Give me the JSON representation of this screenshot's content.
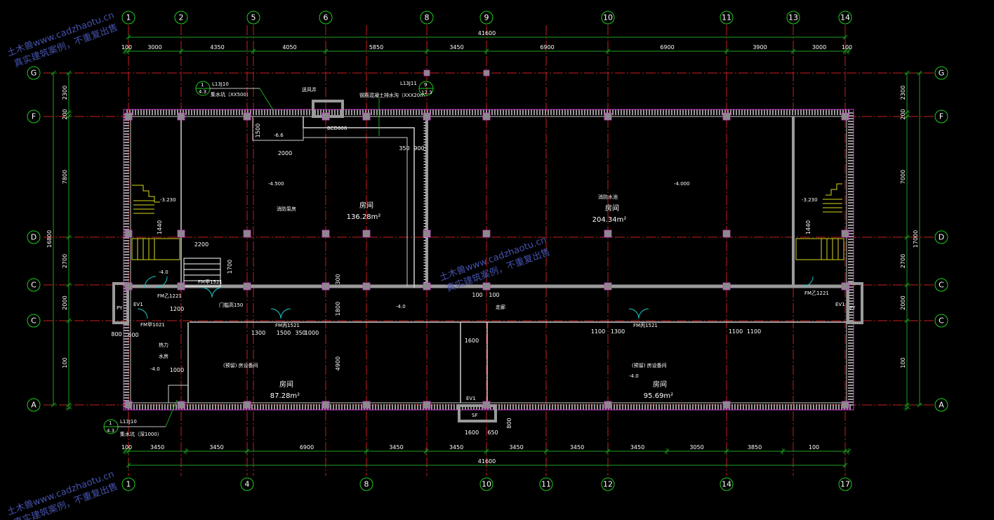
{
  "colors": {
    "background": "#000000",
    "grid_axis": "#c81e1e",
    "dimension": "#1ea01e",
    "bubble": "#1ecc1e",
    "wall": "#9a9a9a",
    "column": "#8a8a8a",
    "text": "#ffffff",
    "stair": "#d8d820",
    "door": "#20c8c8",
    "magenta": "#d040d0",
    "watermark": "#4a58b8"
  },
  "axes": {
    "top": [
      "1",
      "2",
      "5",
      "6",
      "8",
      "9",
      "10",
      "11",
      "13",
      "14"
    ],
    "bottom": [
      "1",
      "4",
      "8",
      "10",
      "11",
      "12",
      "14",
      "17"
    ],
    "rows": [
      "G",
      "F",
      "D",
      "C",
      "C",
      "A"
    ]
  },
  "dims": {
    "top_total": "41600",
    "top_edge": "100",
    "top_spans": [
      "3000",
      "4350",
      "4050",
      "5850",
      "3450",
      "6900",
      "6900",
      "3900",
      "3000"
    ],
    "bottom_total": "41600",
    "bottom_edge": "100",
    "bottom_spans": [
      "3450",
      "3450",
      "6900",
      "3450",
      "3450",
      "3450",
      "3450",
      "3450",
      "3050",
      "3850"
    ],
    "left_total": "16800",
    "left_spans": [
      "2300",
      "200",
      "7800",
      "2700",
      "2000",
      "100"
    ],
    "right_total": "17000",
    "right_spans": [
      "2300",
      "200",
      "7000",
      "2700",
      "2000",
      "100"
    ],
    "inner": [
      "2000",
      "1500",
      "350",
      "900",
      "2200",
      "1700",
      "1200",
      "800",
      "600",
      "1000",
      "1300",
      "1500",
      "350",
      "1000",
      "1800",
      "4900",
      "1600",
      "1600",
      "650",
      "800",
      "1100",
      "1300",
      "1100",
      "1100",
      "300",
      "100",
      "100",
      "1440",
      "1440"
    ]
  },
  "rooms": [
    {
      "name": "房间",
      "area": "136.28m²"
    },
    {
      "name": "房间",
      "area": "204.34m²"
    },
    {
      "name": "房间",
      "area": "87.28m²"
    },
    {
      "name": "房间",
      "area": "95.69m²"
    }
  ],
  "notes": {
    "ref1_num": "1",
    "ref1_sheet": "4.3",
    "ref1_code": "L13J10",
    "ref1_text": "集水坑（XX500）",
    "ref2_num": "9",
    "ref2_sheet": "12.3",
    "ref2_code": "L13J11",
    "ref3_num": "1",
    "ref3_sheet": "4.3",
    "ref3_code": "L13J10",
    "ref3_text": "集水坑（深1000）",
    "shaft": "送风井",
    "trench": "钢筋混凝土排水沟（XXX20m",
    "bcd": "BCD606",
    "fire_pool": "消防水池",
    "pump_room": "消防泵房",
    "corridor": "走廊",
    "heat": "热力",
    "heat2": "水房",
    "equip_left": "(预留) 房设备间",
    "equip_right": "(预留) 房设备间",
    "door_fm": "门槛高150",
    "fm1": "FM甲1521",
    "fm2": "FM乙1221",
    "fm3": "FM甲1021",
    "fm4": "FM丙1521",
    "fm5": "FM丙1521",
    "fm6": "FM乙1221",
    "py": "PY",
    "sf": "SF",
    "elev1": "-6.6",
    "elev2": "-4.500",
    "elev3": "-3.230",
    "elev4": "-4.000",
    "elev5": "-3.230",
    "elev6": "-4.0",
    "elev7": "-4.0",
    "elev8": "-4.0",
    "elev9": "-4.0",
    "ev1": "EV1",
    "ev2": "EV1",
    "ev3": "EV1"
  },
  "watermark": {
    "line1": "土木兽www.cadzhaotu.cn",
    "line2": "真实建筑案例，不重复出售"
  }
}
